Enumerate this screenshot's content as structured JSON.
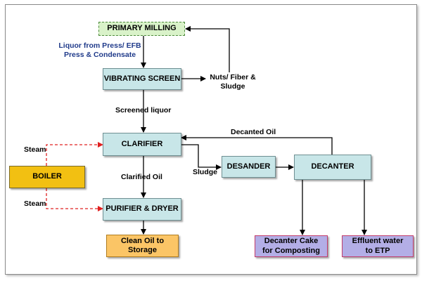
{
  "nodes": {
    "primary_milling": "PRIMARY MILLING",
    "vibrating_screen": "VIBRATING SCREEN",
    "clarifier": "CLARIFIER",
    "purifier_dryer": "PURIFIER & DRYER",
    "clean_oil": "Clean Oil to Storage",
    "boiler": "BOILER",
    "desander": "DESANDER",
    "decanter": "DECANTER",
    "decanter_cake": "Decanter Cake for Composting",
    "effluent": "Effluent water to ETP"
  },
  "labels": {
    "liquor_line1": "Liquor from Press/ EFB",
    "liquor_line2": "Press & Condensate",
    "nuts_line1": "Nuts/ Fiber &",
    "nuts_line2": "Sludge",
    "screened_liquor": "Screened liquor",
    "clarified_oil": "Clarified Oil",
    "decanted_oil": "Decanted Oil",
    "sludge": "Sludge",
    "steam_top": "Steam",
    "steam_bottom": "Steam"
  },
  "colors": {
    "process_box": "#c8e6e8",
    "milling_box": "#d9f2c9",
    "boiler_box": "#f2c012",
    "oil_box": "#fbc566",
    "waste_box": "#b3aee6",
    "steam_arrow": "#e02020",
    "flow_arrow": "#000000"
  }
}
